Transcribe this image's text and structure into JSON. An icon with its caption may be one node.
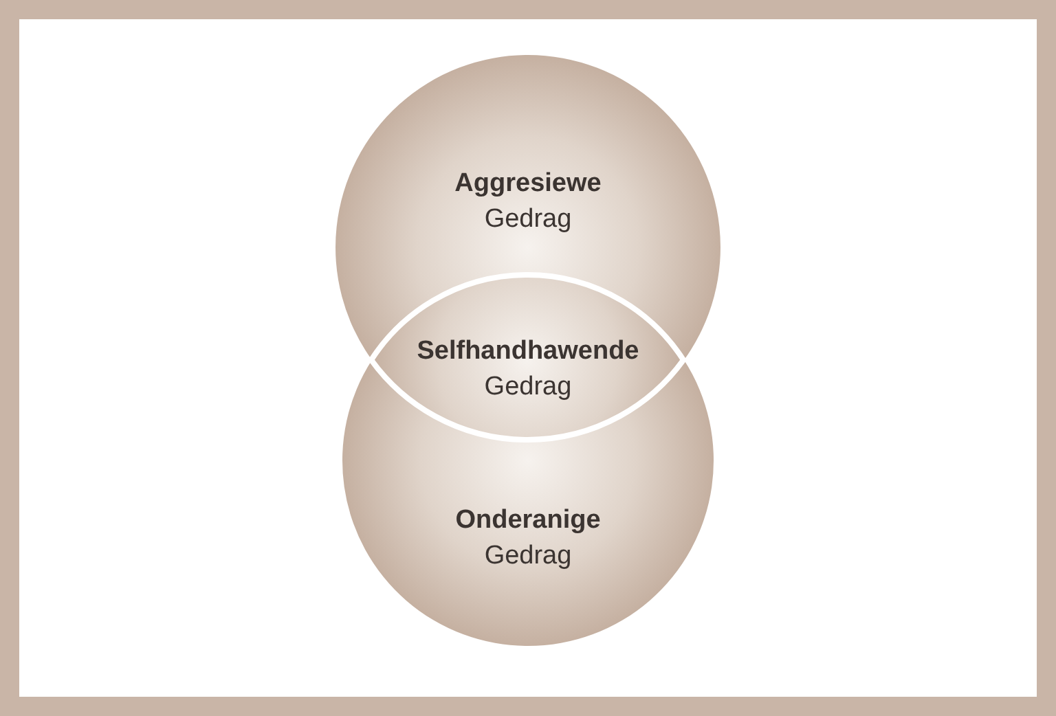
{
  "diagram": {
    "nodes": [
      {
        "text": [
          "Aggresiewe",
          "Gedrag"
        ]
      },
      {
        "text": [
          "Selfhandhawende",
          "Gedrag"
        ]
      },
      {
        "text": [
          "Onderanige",
          "Gedrag"
        ]
      }
    ]
  }
}
